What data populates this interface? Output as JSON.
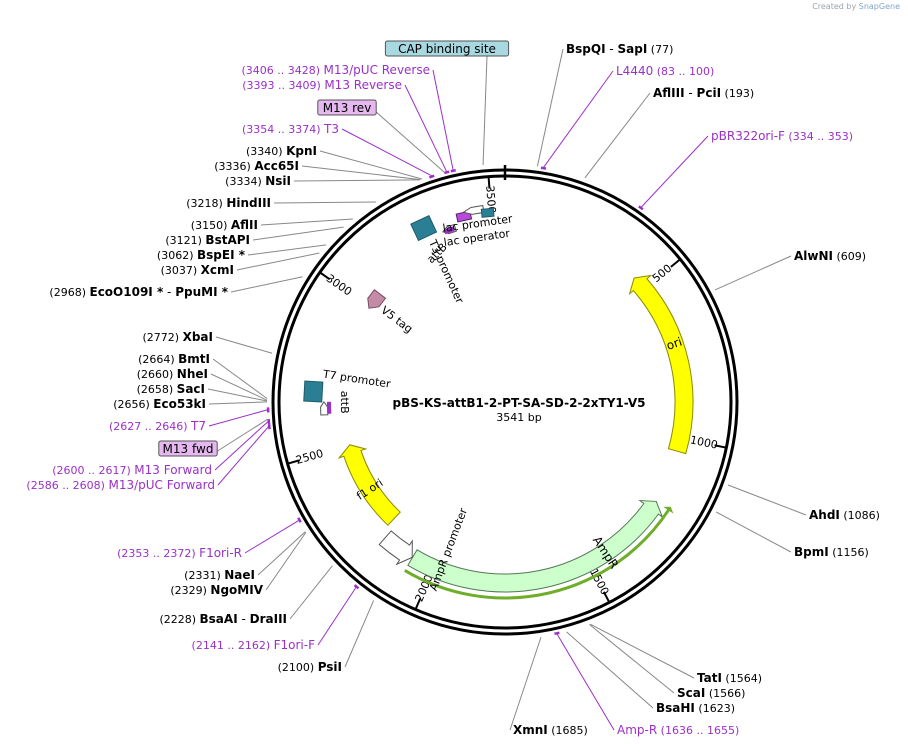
{
  "branding": {
    "created_by": "Created by",
    "app_name": "SnapGene"
  },
  "plasmid": {
    "name": "pBS-KS-attB1-2-PT-SA-SD-2-2xTY1-V5",
    "length": 3541,
    "length_text": "3541 bp"
  },
  "colors": {
    "feature_label": "#9b30c8",
    "ori": "#ffff00",
    "ampr": "#ccffcc",
    "attb": "#2b7f94",
    "v5_tag": "#c48aa8",
    "primer_box": "#e6b8f0",
    "cap_box": "#a8d8e0",
    "backbone": "#000000"
  },
  "ticks": [
    {
      "bp": 500,
      "label": "500"
    },
    {
      "bp": 1000,
      "label": "1000"
    },
    {
      "bp": 1500,
      "label": "1500"
    },
    {
      "bp": 2000,
      "label": "2000"
    },
    {
      "bp": 2500,
      "label": "2500"
    },
    {
      "bp": 3000,
      "label": "3000"
    },
    {
      "bp": 3500,
      "label": "3500"
    }
  ],
  "features": [
    {
      "id": "ori",
      "label": "ori",
      "start": 454,
      "end": 1042,
      "strand": -1,
      "kind": "origin"
    },
    {
      "id": "ampr",
      "label": "AmpR",
      "start": 1213,
      "end": 2073,
      "strand": -1,
      "kind": "cds"
    },
    {
      "id": "ampr-promoter",
      "label": "AmpR promoter",
      "start": 2074,
      "end": 2178,
      "strand": -1,
      "kind": "promoter"
    },
    {
      "id": "f1-ori",
      "label": "f1 ori",
      "start": 2199,
      "end": 2504,
      "strand": 1,
      "kind": "origin"
    },
    {
      "id": "t7-promoter",
      "label": "T7 promoter",
      "start": 2627,
      "end": 2645,
      "strand": 1,
      "kind": "promoter"
    },
    {
      "id": "attb-left",
      "label": "attB",
      "start": 2675,
      "end": 2698,
      "strand": 1,
      "kind": "site"
    },
    {
      "id": "v5-tag",
      "label": "V5 tag",
      "start": 3006,
      "end": 3047,
      "strand": -1,
      "kind": "tag"
    },
    {
      "id": "attb-right",
      "label": "attB",
      "start": 3283,
      "end": 3306,
      "strand": 1,
      "kind": "site"
    },
    {
      "id": "t3-promoter",
      "label": "T3 promoter",
      "start": 3355,
      "end": 3373,
      "strand": -1,
      "kind": "promoter"
    },
    {
      "id": "lac-operator",
      "label": "lac operator",
      "start": 3410,
      "end": 3426,
      "strand": 1,
      "kind": "operator"
    },
    {
      "id": "lac-promoter",
      "label": "lac promoter",
      "start": 3434,
      "end": 3464,
      "strand": -1,
      "kind": "promoter"
    },
    {
      "id": "cap-site",
      "label": "CAP binding site",
      "start": 3479,
      "end": 3500,
      "strand": 1,
      "kind": "site"
    }
  ],
  "primer_marks": [
    {
      "bp": 92,
      "label": "L4440"
    },
    {
      "bp": 344,
      "label": "pBR322ori-F"
    },
    {
      "bp": 1646,
      "label": "Amp-R"
    },
    {
      "bp": 2152,
      "label": "F1ori-F"
    },
    {
      "bp": 2362,
      "label": "F1ori-R"
    },
    {
      "bp": 2597,
      "label": "M13/pUC Forward"
    },
    {
      "bp": 2609,
      "label": "M13 Forward"
    },
    {
      "bp": 2637,
      "label": "T7"
    },
    {
      "bp": 3364,
      "label": "T3"
    },
    {
      "bp": 3401,
      "label": "M13 Reverse"
    },
    {
      "bp": 3417,
      "label": "M13/pUC Reverse"
    }
  ],
  "labels": [
    {
      "text": "CAP binding site",
      "bp": 3489,
      "kind": "boxed-cap",
      "pos": "",
      "range": ""
    },
    {
      "text": "M13/pUC Reverse",
      "bp": 3417,
      "kind": "primer",
      "pos": "",
      "range": "(3406 .. 3428)"
    },
    {
      "text": "M13 Reverse",
      "bp": 3401,
      "kind": "primer",
      "pos": "",
      "range": "(3393 .. 3409)"
    },
    {
      "text": "M13 rev",
      "bp": 3395,
      "kind": "boxed-primer",
      "pos": "",
      "range": ""
    },
    {
      "text": "T3",
      "bp": 3364,
      "kind": "primer",
      "pos": "",
      "range": "(3354 .. 3374)"
    },
    {
      "text": "KpnI",
      "bp": 3340,
      "kind": "enzyme",
      "pos": "(3340)",
      "range": ""
    },
    {
      "text": "Acc65I",
      "bp": 3336,
      "kind": "enzyme",
      "pos": "(3336)",
      "range": ""
    },
    {
      "text": "NsiI",
      "bp": 3334,
      "kind": "enzyme",
      "pos": "(3334)",
      "range": ""
    },
    {
      "text": "HindIII",
      "bp": 3218,
      "kind": "enzyme",
      "pos": "(3218)",
      "range": ""
    },
    {
      "text": "AflII",
      "bp": 3150,
      "kind": "enzyme",
      "pos": "(3150)",
      "range": ""
    },
    {
      "text": "BstAPI",
      "bp": 3121,
      "kind": "enzyme",
      "pos": "(3121)",
      "range": ""
    },
    {
      "text": "BspEI *",
      "bp": 3062,
      "kind": "enzyme",
      "pos": "(3062)",
      "range": ""
    },
    {
      "text": "XcmI",
      "bp": 3037,
      "kind": "enzyme",
      "pos": "(3037)",
      "range": ""
    },
    {
      "text": "EcoO109I *",
      "bp": 2968,
      "kind": "enzyme",
      "pos": "(2968)",
      "range": "",
      "extra": "PpuMI *"
    },
    {
      "text": "XbaI",
      "bp": 2772,
      "kind": "enzyme",
      "pos": "(2772)",
      "range": ""
    },
    {
      "text": "BmtI",
      "bp": 2664,
      "kind": "enzyme",
      "pos": "(2664)",
      "range": ""
    },
    {
      "text": "NheI",
      "bp": 2660,
      "kind": "enzyme",
      "pos": "(2660)",
      "range": ""
    },
    {
      "text": "SacI",
      "bp": 2658,
      "kind": "enzyme",
      "pos": "(2658)",
      "range": ""
    },
    {
      "text": "Eco53kI",
      "bp": 2656,
      "kind": "enzyme",
      "pos": "(2656)",
      "range": ""
    },
    {
      "text": "T7",
      "bp": 2637,
      "kind": "primer",
      "pos": "",
      "range": "(2627 .. 2646)"
    },
    {
      "text": "M13 fwd",
      "bp": 2615,
      "kind": "boxed-primer",
      "pos": "",
      "range": ""
    },
    {
      "text": "M13 Forward",
      "bp": 2609,
      "kind": "primer",
      "pos": "",
      "range": "(2600 .. 2617)"
    },
    {
      "text": "M13/pUC Forward",
      "bp": 2597,
      "kind": "primer",
      "pos": "",
      "range": "(2586 .. 2608)"
    },
    {
      "text": "F1ori-R",
      "bp": 2362,
      "kind": "primer",
      "pos": "",
      "range": "(2353 .. 2372)"
    },
    {
      "text": "NaeI",
      "bp": 2331,
      "kind": "enzyme",
      "pos": "(2331)",
      "range": ""
    },
    {
      "text": "NgoMIV",
      "bp": 2329,
      "kind": "enzyme",
      "pos": "(2329)",
      "range": ""
    },
    {
      "text": "BsaAI",
      "bp": 2228,
      "kind": "enzyme",
      "pos": "(2228)",
      "range": "",
      "extra": "DraIII"
    },
    {
      "text": "F1ori-F",
      "bp": 2152,
      "kind": "primer",
      "pos": "",
      "range": "(2141 .. 2162)"
    },
    {
      "text": "PsiI",
      "bp": 2100,
      "kind": "enzyme",
      "pos": "(2100)",
      "range": ""
    },
    {
      "text": "BspQI",
      "bp": 77,
      "kind": "enzyme",
      "pos": "(77)",
      "range": "",
      "extra": "SapI"
    },
    {
      "text": "L4440",
      "bp": 92,
      "kind": "primer",
      "pos": "",
      "range": "(83 .. 100)"
    },
    {
      "text": "AflIII",
      "bp": 193,
      "kind": "enzyme",
      "pos": "(193)",
      "range": "",
      "extra": "PciI"
    },
    {
      "text": "pBR322ori-F",
      "bp": 344,
      "kind": "primer",
      "pos": "",
      "range": "(334 .. 353)"
    },
    {
      "text": "AlwNI",
      "bp": 609,
      "kind": "enzyme",
      "pos": "(609)",
      "range": ""
    },
    {
      "text": "AhdI",
      "bp": 1086,
      "kind": "enzyme",
      "pos": "(1086)",
      "range": ""
    },
    {
      "text": "BpmI",
      "bp": 1156,
      "kind": "enzyme",
      "pos": "(1156)",
      "range": ""
    },
    {
      "text": "TatI",
      "bp": 1564,
      "kind": "enzyme",
      "pos": "(1564)",
      "range": ""
    },
    {
      "text": "ScaI",
      "bp": 1566,
      "kind": "enzyme",
      "pos": "(1566)",
      "range": ""
    },
    {
      "text": "BsaHI",
      "bp": 1623,
      "kind": "enzyme",
      "pos": "(1623)",
      "range": ""
    },
    {
      "text": "Amp-R",
      "bp": 1646,
      "kind": "primer",
      "pos": "",
      "range": "(1636 .. 1655)"
    },
    {
      "text": "XmnI",
      "bp": 1685,
      "kind": "enzyme",
      "pos": "(1685)",
      "range": ""
    }
  ]
}
